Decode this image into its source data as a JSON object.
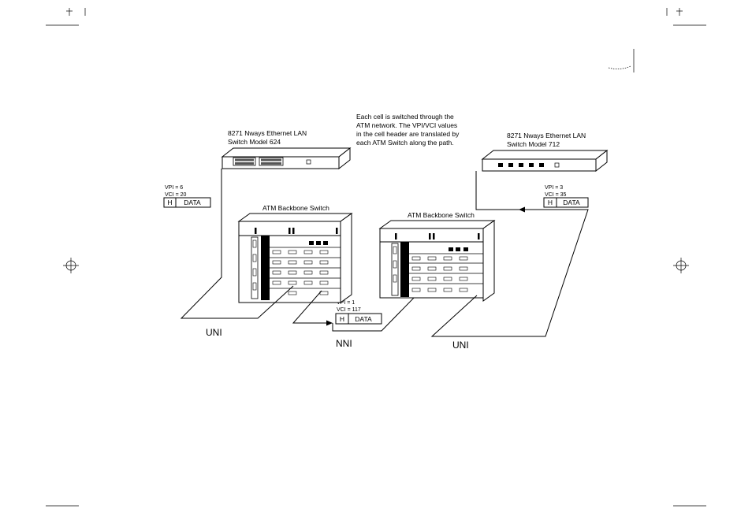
{
  "callout": {
    "line1": "Each cell is switched through the",
    "line2": "ATM network. The VPI/VCI values",
    "line3": "in the cell header are translated by",
    "line4": "each ATM Switch along the path."
  },
  "lan_switch_left": {
    "line1": "8271 Nways Ethernet LAN",
    "line2": "Switch Model 624"
  },
  "lan_switch_right": {
    "line1": "8271 Nways Ethernet LAN",
    "line2": "Switch Model 712"
  },
  "atm_switch_left": {
    "label": "ATM Backbone Switch"
  },
  "atm_switch_right": {
    "label": "ATM Backbone Switch"
  },
  "cell_left": {
    "vpi": "VPI = 6",
    "vci": "VCI = 20",
    "header": "H",
    "data": "DATA"
  },
  "cell_middle": {
    "vpi": "VPI = 1",
    "vci": "VCI = 117",
    "header": "H",
    "data": "DATA"
  },
  "cell_right": {
    "vpi": "VPI = 3",
    "vci": "VCI = 35",
    "header": "H",
    "data": "DATA"
  },
  "links": {
    "uni_left": "UNI",
    "nni": "NNI",
    "uni_right": "UNI"
  }
}
